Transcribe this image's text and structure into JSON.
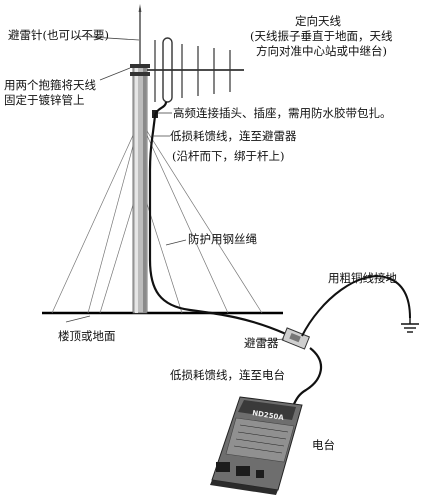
{
  "labels": {
    "lightning_rod": "避雷针(也可以不要)",
    "antenna_title": "定向天线",
    "antenna_note_1": "(天线振子垂直于地面，天线",
    "antenna_note_2": "方向对准中心站或中继台)",
    "clamp_1": "用两个抱箍将天线",
    "clamp_2": "固定于镀锌管上",
    "connector": "高频连接插头、插座，需用防水胶带包扎。",
    "feeder_1": "低损耗馈线，连至避雷器",
    "feeder_2": "(沿杆而下，绑于杆上)",
    "guy_wire": "防护用钢丝绳",
    "ground_copper": "用粗铜线接地",
    "roof": "楼顶或地面",
    "arrester": "避雷器",
    "feeder_radio": "低损耗馈线，连至电台",
    "radio": "电台",
    "device_model": "ND250A"
  }
}
